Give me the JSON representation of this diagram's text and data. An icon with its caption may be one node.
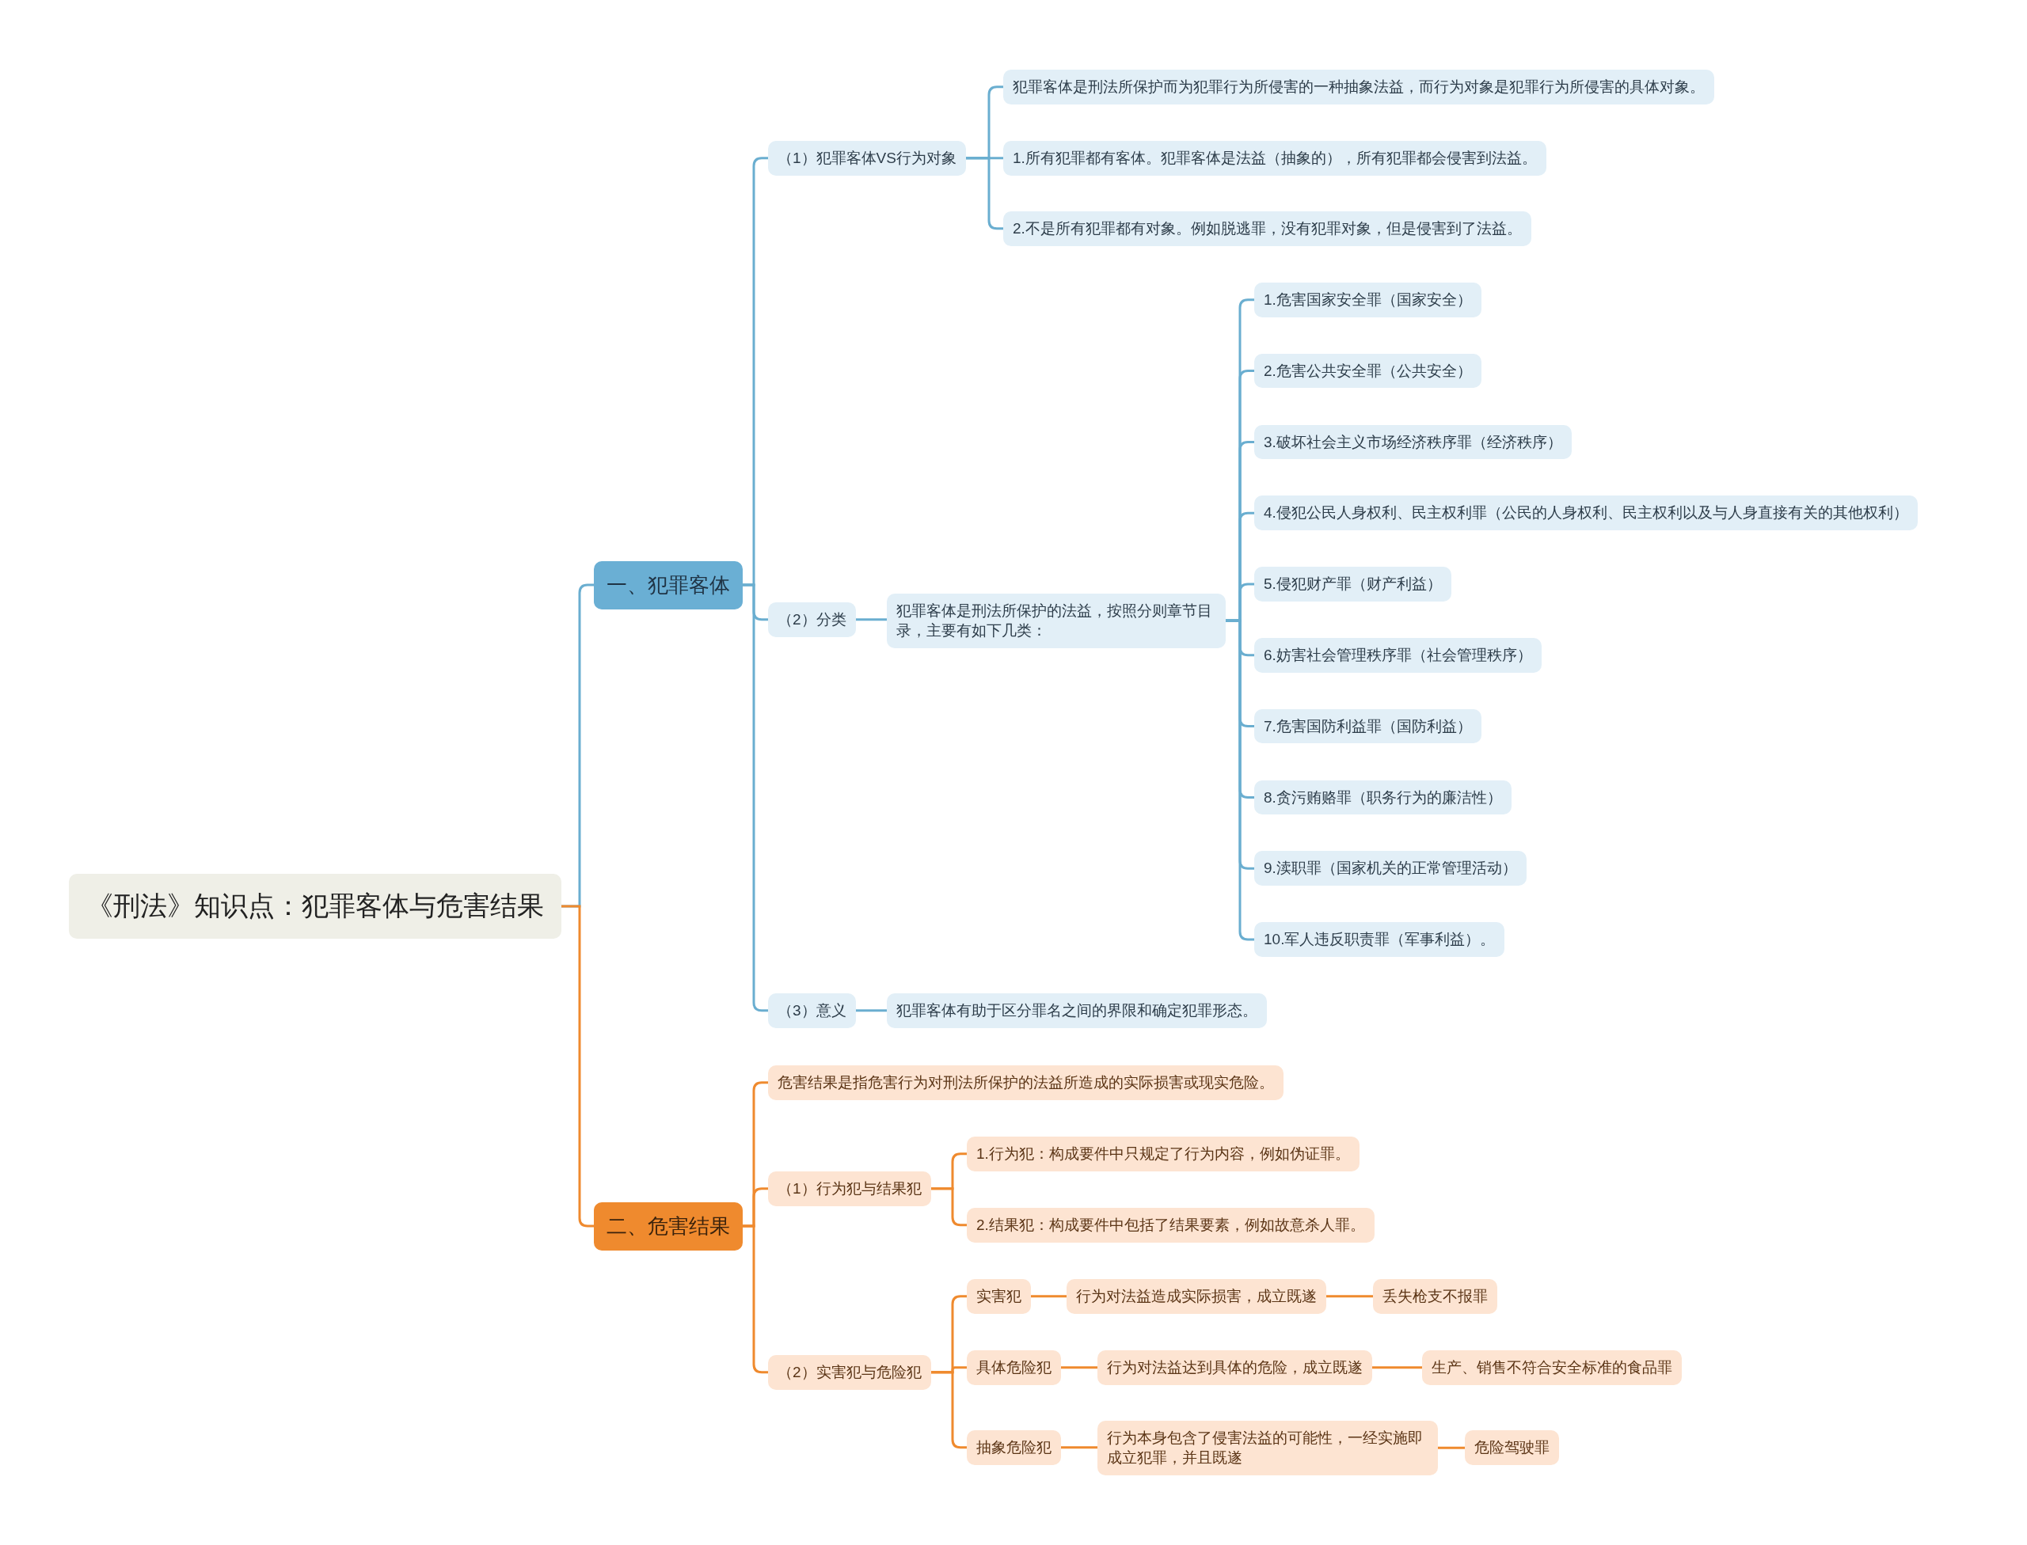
{
  "diagram": {
    "nodes": [
      {
        "text": [
          "《刑法》知识点：犯罪客体与危害结果"
        ]
      },
      {
        "text": [
          "一、犯罪客体"
        ]
      },
      {
        "text": [
          "（1）犯罪客体VS行为对象"
        ]
      },
      {
        "text": [
          "犯罪客体是刑法所保护而为犯罪行为所侵害的一种抽象法益，而行为对象是犯罪行为所侵害的具体对象。"
        ]
      },
      {
        "text": [
          "1.所有犯罪都有客体。犯罪客体是法益（抽象的），所有犯罪都会侵害到法益。"
        ]
      },
      {
        "text": [
          "2.不是所有犯罪都有对象。例如脱逃罪，没有犯罪对象，但是侵害到了法益。"
        ]
      },
      {
        "text": [
          "（2）分类"
        ]
      },
      {
        "text": [
          "犯罪客体是刑法所保护的法益，按照分则章节目录，主要有如下几类："
        ]
      },
      {
        "text": [
          "1.危害国家安全罪（国家安全）"
        ]
      },
      {
        "text": [
          "2.危害公共安全罪（公共安全）"
        ]
      },
      {
        "text": [
          "3.破坏社会主义市场经济秩序罪（经济秩序）"
        ]
      },
      {
        "text": [
          "4.侵犯公民人身权利、民主权利罪（公民的人身权利、民主权利以及与人身直接有关的其他权利）"
        ]
      },
      {
        "text": [
          "5.侵犯财产罪（财产利益）"
        ]
      },
      {
        "text": [
          "6.妨害社会管理秩序罪（社会管理秩序）"
        ]
      },
      {
        "text": [
          "7.危害国防利益罪（国防利益）"
        ]
      },
      {
        "text": [
          "8.贪污贿赂罪（职务行为的廉洁性）"
        ]
      },
      {
        "text": [
          "9.渎职罪（国家机关的正常管理活动）"
        ]
      },
      {
        "text": [
          "10.军人违反职责罪（军事利益）。"
        ]
      },
      {
        "text": [
          "（3）意义"
        ]
      },
      {
        "text": [
          "犯罪客体有助于区分罪名之间的界限和确定犯罪形态。"
        ]
      },
      {
        "text": [
          "二、危害结果"
        ]
      },
      {
        "text": [
          "危害结果是指危害行为对刑法所保护的法益所造成的实际损害或现实危险。"
        ]
      },
      {
        "text": [
          "（1）行为犯与结果犯"
        ]
      },
      {
        "text": [
          "1.行为犯：构成要件中只规定了行为内容，例如伪证罪。"
        ]
      },
      {
        "text": [
          "2.结果犯：构成要件中包括了结果要素，例如故意杀人罪。"
        ]
      },
      {
        "text": [
          "（2）实害犯与危险犯"
        ]
      },
      {
        "text": [
          "实害犯"
        ]
      },
      {
        "text": [
          "行为对法益造成实际损害，成立既遂"
        ]
      },
      {
        "text": [
          "丢失枪支不报罪"
        ]
      },
      {
        "text": [
          "具体危险犯"
        ]
      },
      {
        "text": [
          "行为对法益达到具体的危险，成立既遂"
        ]
      },
      {
        "text": [
          "生产、销售不符合安全标准的食品罪"
        ]
      },
      {
        "text": [
          "抽象危险犯"
        ]
      },
      {
        "text": [
          "行为本身包含了侵害法益的可能性，一经实施即成立犯罪，并且既遂"
        ]
      },
      {
        "text": [
          "危险驾驶罪"
        ]
      }
    ],
    "edges": [
      {
        "from": 0,
        "to": 1,
        "arrow": "none"
      },
      {
        "from": 1,
        "to": 2,
        "arrow": "none"
      },
      {
        "from": 2,
        "to": 3,
        "arrow": "none"
      },
      {
        "from": 2,
        "to": 4,
        "arrow": "none"
      },
      {
        "from": 2,
        "to": 5,
        "arrow": "none"
      },
      {
        "from": 1,
        "to": 6,
        "arrow": "none"
      },
      {
        "from": 6,
        "to": 7,
        "arrow": "none"
      },
      {
        "from": 7,
        "to": 8,
        "arrow": "none"
      },
      {
        "from": 7,
        "to": 9,
        "arrow": "none"
      },
      {
        "from": 7,
        "to": 10,
        "arrow": "none"
      },
      {
        "from": 7,
        "to": 11,
        "arrow": "none"
      },
      {
        "from": 7,
        "to": 12,
        "arrow": "none"
      },
      {
        "from": 7,
        "to": 13,
        "arrow": "none"
      },
      {
        "from": 7,
        "to": 14,
        "arrow": "none"
      },
      {
        "from": 7,
        "to": 15,
        "arrow": "none"
      },
      {
        "from": 7,
        "to": 16,
        "arrow": "none"
      },
      {
        "from": 7,
        "to": 17,
        "arrow": "none"
      },
      {
        "from": 1,
        "to": 18,
        "arrow": "none"
      },
      {
        "from": 18,
        "to": 19,
        "arrow": "none"
      },
      {
        "from": 0,
        "to": 20,
        "arrow": "none",
        "color": "#ef8a2e"
      },
      {
        "from": 20,
        "to": 21,
        "arrow": "none",
        "color": "#ef8a2e"
      },
      {
        "from": 20,
        "to": 22,
        "arrow": "none",
        "color": "#ef8a2e"
      },
      {
        "from": 22,
        "to": 23,
        "arrow": "none",
        "color": "#ef8a2e"
      },
      {
        "from": 22,
        "to": 24,
        "arrow": "none",
        "color": "#ef8a2e"
      },
      {
        "from": 20,
        "to": 25,
        "arrow": "none",
        "color": "#ef8a2e"
      },
      {
        "from": 25,
        "to": 26,
        "arrow": "none",
        "color": "#ef8a2e"
      },
      {
        "from": 26,
        "to": 27,
        "arrow": "none",
        "color": "#ef8a2e"
      },
      {
        "from": 27,
        "to": 28,
        "arrow": "none",
        "color": "#ef8a2e"
      },
      {
        "from": 25,
        "to": 29,
        "arrow": "none",
        "color": "#ef8a2e"
      },
      {
        "from": 29,
        "to": 30,
        "arrow": "none",
        "color": "#ef8a2e"
      },
      {
        "from": 30,
        "to": 31,
        "arrow": "none",
        "color": "#ef8a2e"
      },
      {
        "from": 25,
        "to": 32,
        "arrow": "none",
        "color": "#ef8a2e"
      },
      {
        "from": 32,
        "to": 33,
        "arrow": "none",
        "color": "#ef8a2e"
      },
      {
        "from": 33,
        "to": 34,
        "arrow": "none",
        "color": "#ef8a2e"
      }
    ]
  }
}
